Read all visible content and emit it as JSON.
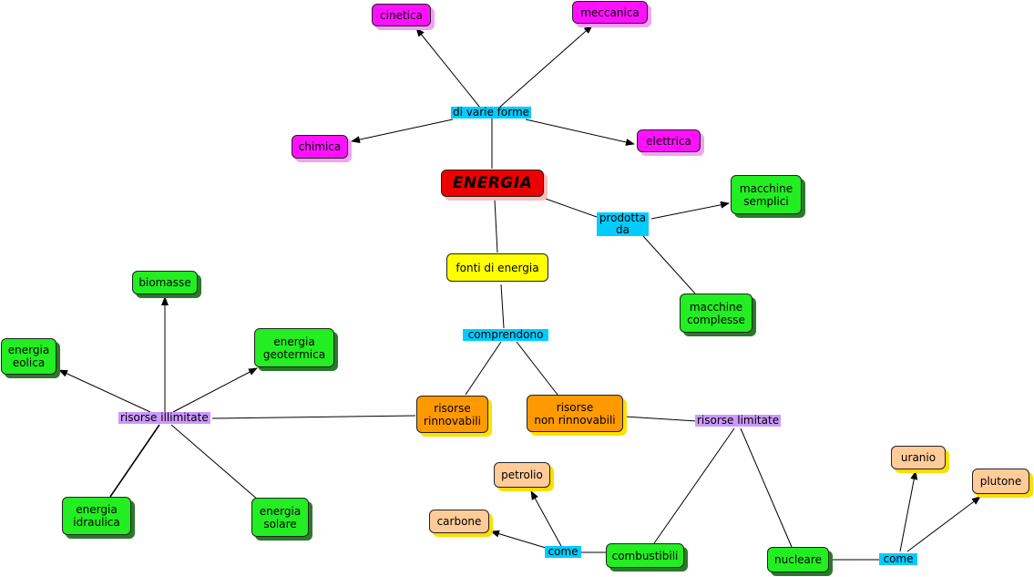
{
  "nodes": {
    "energia": "ENERGIA",
    "cinetica": "cinetica",
    "meccanica": "meccanica",
    "chimica": "chimica",
    "elettrica": "elettrica",
    "macchine_semplici": "macchine\nsemplici",
    "macchine_complesse": "macchine\ncomplesse",
    "fonti_di_energia": "fonti di energia",
    "biomasse": "biomasse",
    "energia_eolica": "energia\neolica",
    "energia_geotermica": "energia\ngeotermica",
    "energia_idraulica": "energia\nidraulica",
    "energia_solare": "energia\nsolare",
    "risorse_rinnovabili": "risorse\nrinnovabili",
    "risorse_non_rinnovabili": "risorse\nnon rinnovabili",
    "petrolio": "petrolio",
    "carbone": "carbone",
    "combustibili": "combustibili",
    "nucleare": "nucleare",
    "uranio": "uranio",
    "plutone": "plutone"
  },
  "links": {
    "di_varie_forme": "di varie forme",
    "prodotta_da": "prodotta\nda",
    "comprendono": "comprendono",
    "risorse_illimitate": "risorse illimitate",
    "risorse_limitate": "risorse limitate",
    "come_1": "come",
    "come_2": "come"
  },
  "colors": {
    "node_green": "#22ee22",
    "node_magenta": "#ff11ff",
    "node_orange": "#ff9900",
    "node_peach": "#ffcc99",
    "node_yellow": "#ffff00",
    "node_red": "#ee0000",
    "link_cyan": "#00ccff",
    "link_purple": "#cc99ff"
  }
}
